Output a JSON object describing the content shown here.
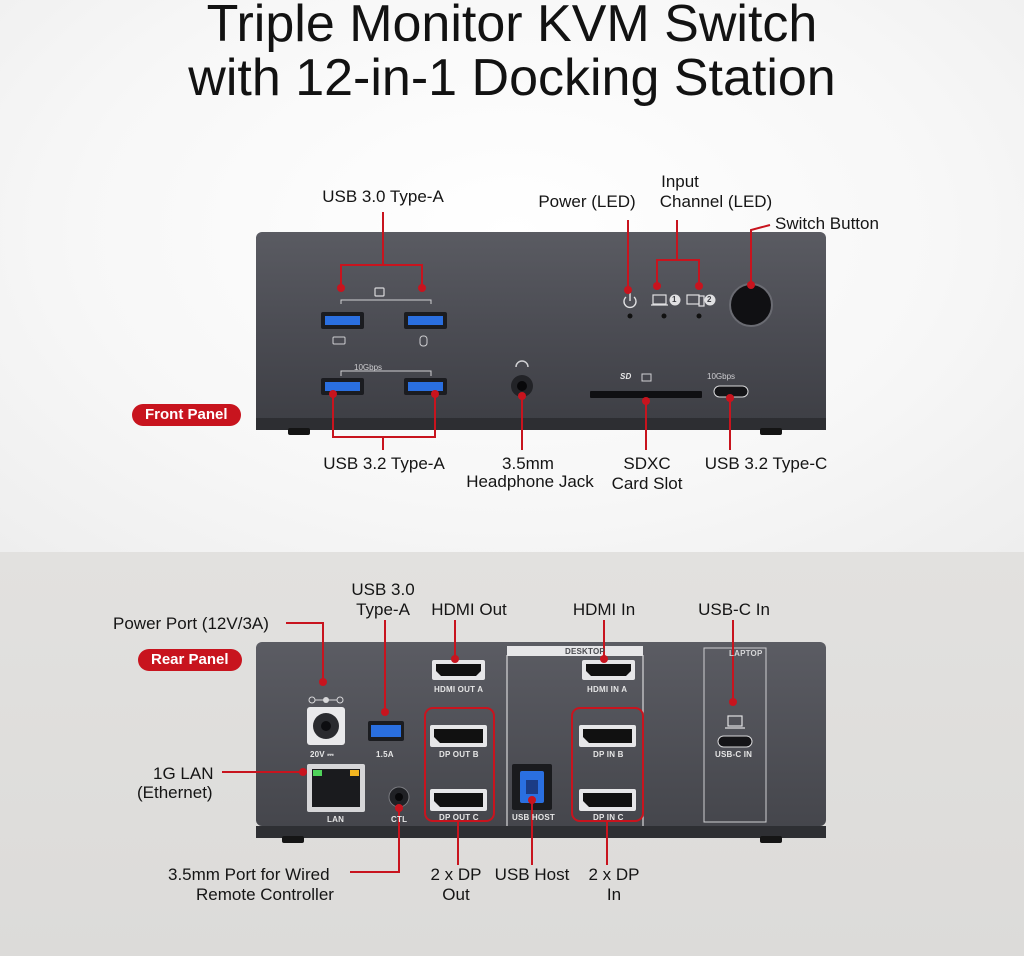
{
  "title": {
    "line1": "Triple Monitor KVM Switch",
    "line2": "with 12-in-1 Docking Station"
  },
  "front": {
    "panel_label": "Front Panel",
    "labels": {
      "usb30_typea": "USB 3.0 Type-A",
      "power_led": "Power (LED)",
      "input_channel_l1": "Input",
      "input_channel_l2": "Channel (LED)",
      "switch_button": "Switch Button",
      "usb32_typea": "USB 3.2 Type-A",
      "headphone_l1": "3.5mm",
      "headphone_l2": "Headphone Jack",
      "sdxc_l1": "SDXC",
      "sdxc_l2": "Card Slot",
      "usb32_typec": "USB 3.2 Type-C"
    },
    "device_marks": {
      "tengbps_a": "10Gbps",
      "tengbps_c": "10Gbps",
      "sd_logo": "SD",
      "channel_1": "1",
      "channel_2": "2"
    }
  },
  "rear": {
    "panel_label": "Rear Panel",
    "labels": {
      "power_port": "Power Port (12V/3A)",
      "usb30_l1": "USB 3.0",
      "usb30_l2": "Type-A",
      "hdmi_out": "HDMI Out",
      "hdmi_in": "HDMI In",
      "usbc_in": "USB-C In",
      "lan_l1": "1G LAN",
      "lan_l2": "(Ethernet)",
      "remote_l1": "3.5mm Port for Wired",
      "remote_l2": "Remote Controller",
      "dp_out_l1": "2 x DP",
      "dp_out_l2": "Out",
      "usb_host": "USB Host",
      "dp_in_l1": "2 x DP",
      "dp_in_l2": "In"
    },
    "device_marks": {
      "dc_rating": "20V ⎓",
      "usb_current": "1.5A",
      "lan": "LAN",
      "ctl": "CTL",
      "hdmi_out_a": "HDMI OUT A",
      "dp_out_b": "DP OUT B",
      "dp_out_c": "DP OUT C",
      "desktop": "DESKTOP",
      "hdmi_in_a": "HDMI IN A",
      "dp_in_b": "DP IN B",
      "dp_in_c": "DP IN C",
      "usb_host_mark": "USB HOST",
      "laptop": "LAPTOP",
      "usbc_in_mark": "USB-C IN"
    }
  },
  "colors": {
    "accent_red": "#c8141e",
    "device_body": "#4a4b52",
    "port_blue": "#2a6fe0"
  }
}
